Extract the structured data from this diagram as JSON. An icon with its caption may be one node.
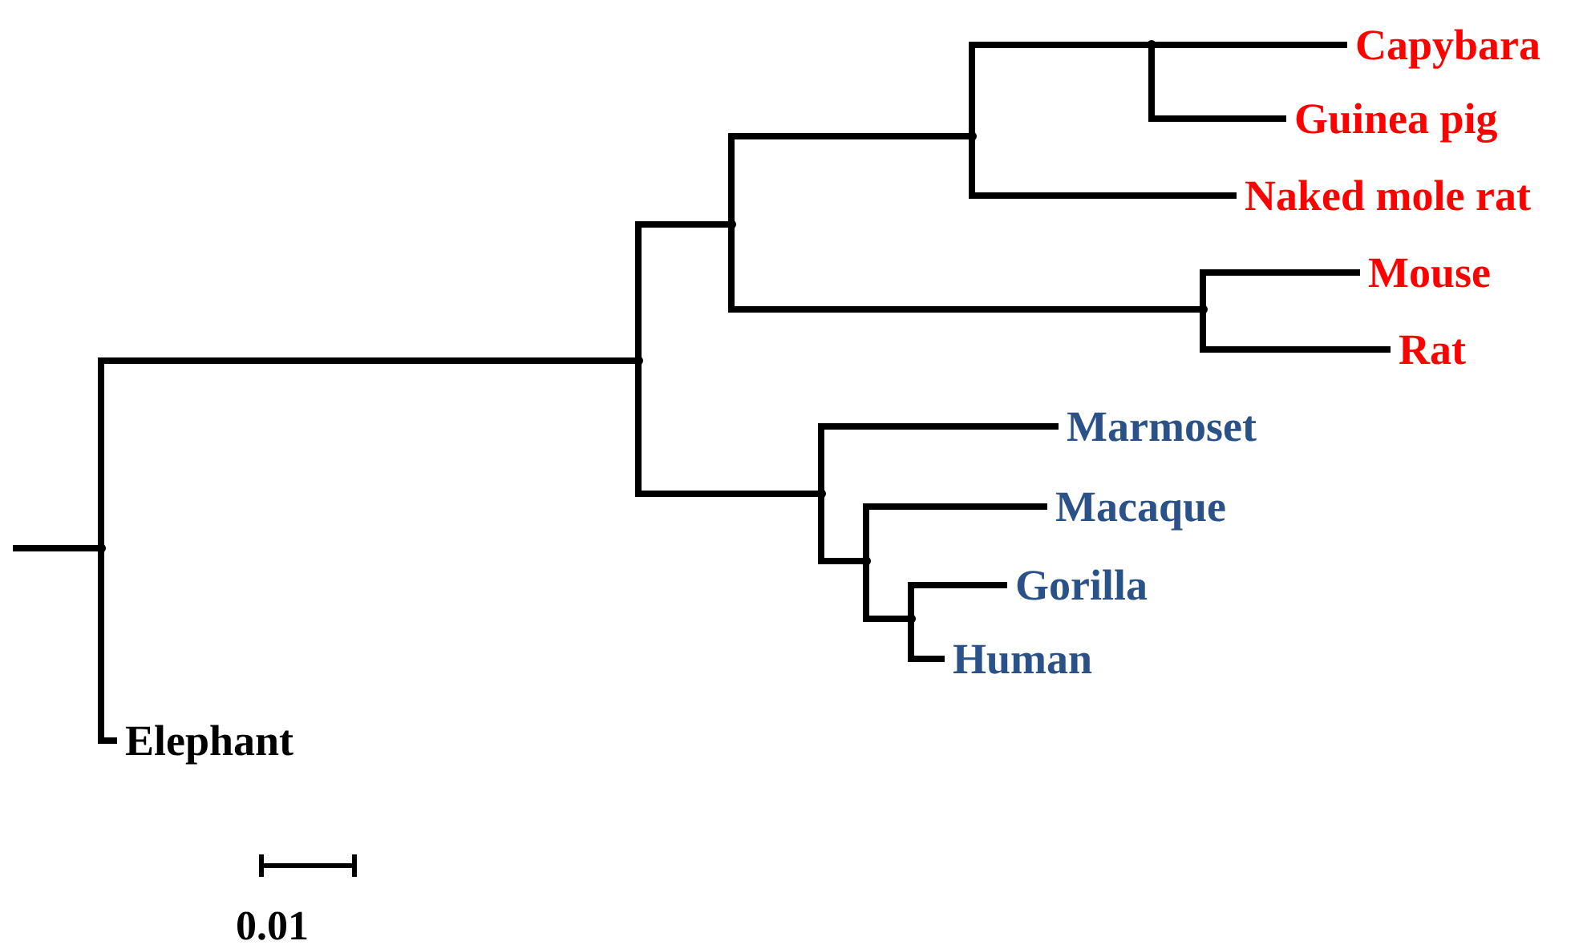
{
  "diagram": {
    "nodes": [
      {
        "text": [],
        "shape": "point"
      },
      {
        "text": [],
        "shape": "point"
      },
      {
        "text": [],
        "shape": "point"
      },
      {
        "text": [],
        "shape": "point"
      },
      {
        "text": [],
        "shape": "point"
      },
      {
        "text": [
          "Capybara"
        ]
      },
      {
        "text": [
          "Guinea pig"
        ]
      },
      {
        "text": [
          "Naked mole rat"
        ]
      },
      {
        "text": [],
        "shape": "point"
      },
      {
        "text": [
          "Mouse"
        ]
      },
      {
        "text": [
          "Rat"
        ]
      },
      {
        "text": [],
        "shape": "point"
      },
      {
        "text": [
          "Marmoset"
        ]
      },
      {
        "text": [],
        "shape": "point"
      },
      {
        "text": [
          "Macaque"
        ]
      },
      {
        "text": [],
        "shape": "point"
      },
      {
        "text": [
          "Gorilla"
        ]
      },
      {
        "text": [
          "Human"
        ]
      },
      {
        "text": [
          "Elephant"
        ]
      }
    ],
    "edges": [
      {
        "from": null,
        "to": 0,
        "arrow": "none"
      },
      {
        "from": 0,
        "to": 1,
        "arrow": "none"
      },
      {
        "from": 1,
        "to": 2,
        "arrow": "none"
      },
      {
        "from": 2,
        "to": 3,
        "arrow": "none"
      },
      {
        "from": 3,
        "to": 4,
        "arrow": "none"
      },
      {
        "from": 4,
        "to": 5,
        "arrow": "none"
      },
      {
        "from": 4,
        "to": 6,
        "arrow": "none"
      },
      {
        "from": 3,
        "to": 7,
        "arrow": "none"
      },
      {
        "from": 2,
        "to": 8,
        "arrow": "none"
      },
      {
        "from": 8,
        "to": 9,
        "arrow": "none"
      },
      {
        "from": 8,
        "to": 10,
        "arrow": "none"
      },
      {
        "from": 1,
        "to": 11,
        "arrow": "none"
      },
      {
        "from": 11,
        "to": 12,
        "arrow": "none"
      },
      {
        "from": 11,
        "to": 13,
        "arrow": "none"
      },
      {
        "from": 13,
        "to": 14,
        "arrow": "none"
      },
      {
        "from": 13,
        "to": 15,
        "arrow": "none"
      },
      {
        "from": 15,
        "to": 16,
        "arrow": "none"
      },
      {
        "from": 15,
        "to": 17,
        "arrow": "none"
      },
      {
        "from": 0,
        "to": 18,
        "arrow": "none"
      }
    ],
    "labels": [
      "0.01"
    ]
  }
}
